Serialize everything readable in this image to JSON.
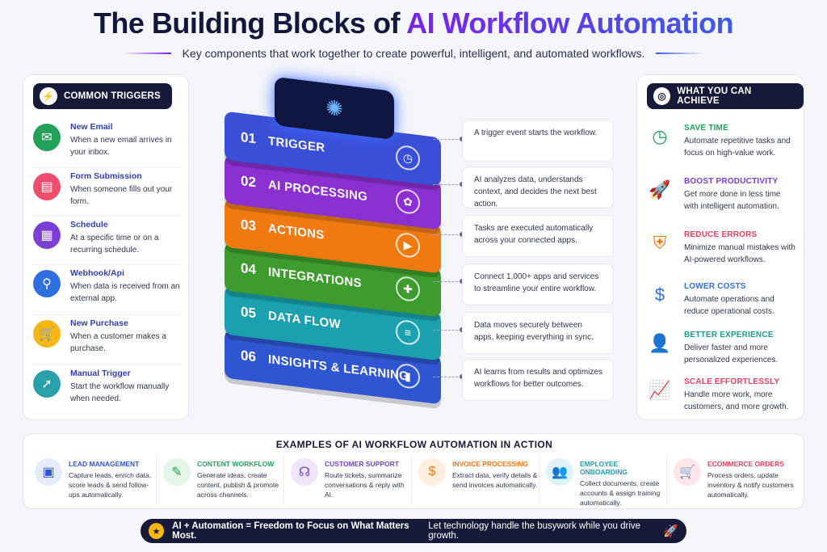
{
  "header": {
    "title_part1": "The Building Blocks of ",
    "title_part2": "AI Workflow Automation",
    "subtitle": "Key components that work together to create powerful, intelligent, and automated workflows."
  },
  "triggers": {
    "heading": "COMMON TRIGGERS",
    "items": [
      {
        "title": "New Email",
        "desc": "When a new email arrives in your inbox.",
        "icon": "mail-icon",
        "color": "#23a05a"
      },
      {
        "title": "Form Submission",
        "desc": "When someone fills out your form.",
        "icon": "form-icon",
        "color": "#ee4e6d"
      },
      {
        "title": "Schedule",
        "desc": "At a specific time or on a recurring schedule.",
        "icon": "calendar-icon",
        "color": "#7a3fd6"
      },
      {
        "title": "Webhook/Api",
        "desc": "When data is received from an external app.",
        "icon": "webhook-icon",
        "color": "#2f6fe0"
      },
      {
        "title": "New Purchase",
        "desc": "When a customer makes a purchase.",
        "icon": "cart-icon",
        "color": "#f6b614"
      },
      {
        "title": "Manual Trigger",
        "desc": "Start the workflow manually when needed.",
        "icon": "cursor-click-icon",
        "color": "#2aa0a8"
      }
    ]
  },
  "stack": {
    "layers": [
      {
        "num": "01",
        "name": "TRIGGER",
        "color": "#3a4fd8",
        "icon": "clock-icon",
        "desc": "A trigger event starts the workflow."
      },
      {
        "num": "02",
        "name": "AI PROCESSING",
        "color": "#8a2fd0",
        "icon": "brain-icon",
        "desc": "AI analyzes data, understands context, and decides the next best action."
      },
      {
        "num": "03",
        "name": "ACTIONS",
        "color": "#f07a10",
        "icon": "play-icon",
        "desc": "Tasks are executed automatically across your connected apps."
      },
      {
        "num": "04",
        "name": "INTEGRATIONS",
        "color": "#3e9c2e",
        "icon": "puzzle-icon",
        "desc": "Connect 1,000+ apps and services to streamline your entire workflow."
      },
      {
        "num": "05",
        "name": "DATA FLOW",
        "color": "#1aa0ae",
        "icon": "database-icon",
        "desc": "Data moves securely between apps, keeping everything in sync."
      },
      {
        "num": "06",
        "name": "INSIGHTS & LEARNING",
        "color": "#2f55d0",
        "icon": "bar-chart-icon",
        "desc": "AI learns from results and optimizes workflows for better outcomes."
      }
    ]
  },
  "achieve": {
    "heading": "WHAT YOU CAN ACHIEVE",
    "items": [
      {
        "title": "SAVE TIME",
        "desc": "Automate repetitive tasks and focus on high-value work.",
        "icon": "clock-icon",
        "color": "#23a05a"
      },
      {
        "title": "BOOST PRODUCTIVITY",
        "desc": "Get more done in less time with intelligent automation.",
        "icon": "rocket-icon",
        "color": "#7a3fd6"
      },
      {
        "title": "REDUCE ERRORS",
        "desc": "Minimize manual mistakes with AI-powered workflows.",
        "icon": "shield-check-icon",
        "color": "#f07a10"
      },
      {
        "title": "LOWER COSTS",
        "desc": "Automate operations and reduce operational costs.",
        "icon": "dollar-icon",
        "color": "#2f6fe0"
      },
      {
        "title": "BETTER EXPERIENCE",
        "desc": "Deliver faster and more personalized experiences.",
        "icon": "user-icon",
        "color": "#1a9a8a"
      },
      {
        "title": "SCALE EFFORTLESSLY",
        "desc": "Handle more work, more customers, and more growth.",
        "icon": "growth-chart-icon",
        "color": "#e8405c"
      }
    ]
  },
  "examples": {
    "heading": "EXAMPLES OF AI WORKFLOW AUTOMATION IN ACTION",
    "items": [
      {
        "title": "LEAD MANAGEMENT",
        "desc": "Capture leads, enrich data, score leads & send follow-ups automatically.",
        "icon": "id-card-icon",
        "color": "#2f55d0"
      },
      {
        "title": "CONTENT WORKFLOW",
        "desc": "Generate ideas, create content, publish & promote across channels.",
        "icon": "pencil-icon",
        "color": "#23a05a"
      },
      {
        "title": "CUSTOMER SUPPORT",
        "desc": "Route tickets, summarize conversations & reply with AI.",
        "icon": "headset-icon",
        "color": "#7a3fd6"
      },
      {
        "title": "INVOICE PROCESSING",
        "desc": "Extract data, verify details & send invoices automatically.",
        "icon": "invoice-icon",
        "color": "#f07a10"
      },
      {
        "title": "EMPLOYEE ONBOARDING",
        "desc": "Collect documents, create accounts & assign training automatically.",
        "icon": "team-icon",
        "color": "#1aa0ae"
      },
      {
        "title": "ECOMMERCE ORDERS",
        "desc": "Process orders, update inventory & notify customers automatically.",
        "icon": "cart-icon",
        "color": "#e8405c"
      }
    ]
  },
  "footer": {
    "bold": "AI + Automation = Freedom to Focus on What Matters Most.",
    "rest": "Let technology handle the busywork while you drive growth."
  }
}
